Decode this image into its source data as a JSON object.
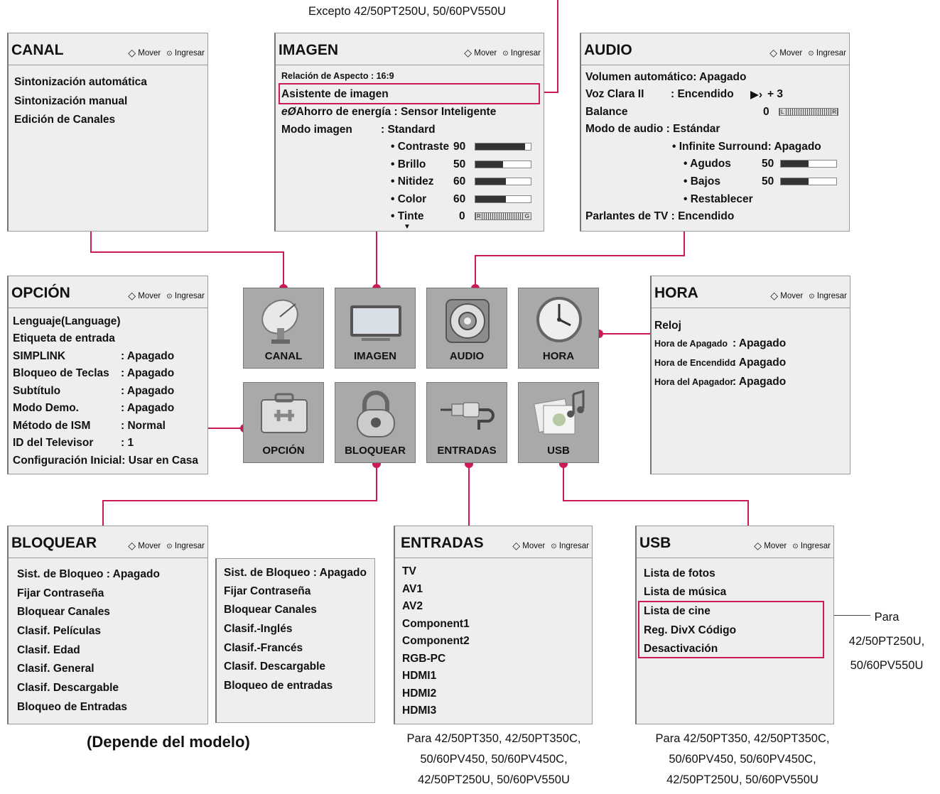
{
  "nav": {
    "move": "Mover",
    "enter": "Ingresar"
  },
  "top_note": "Excepto 42/50PT250U, 50/60PV550U",
  "canal": {
    "title": "CANAL",
    "items": [
      "Sintonización automática",
      "Sintonización manual",
      "Edición de Canales"
    ]
  },
  "imagen": {
    "title": "IMAGEN",
    "aspect": "Relación de Aspecto : 16:9",
    "assistant": "Asistente de imagen",
    "energy": "Ahorro de energía : Sensor Inteligente",
    "mode_label": "Modo imagen",
    "mode_value": ": Standard",
    "settings": [
      {
        "label": "• Contraste",
        "value": "90",
        "level": 0.9
      },
      {
        "label": "• Brillo",
        "value": "50",
        "level": 0.5
      },
      {
        "label": "• Nitidez",
        "value": "60",
        "level": 0.55
      },
      {
        "label": "• Color",
        "value": "60",
        "level": 0.55
      }
    ],
    "tint_label": "• Tinte",
    "tint_value": "0",
    "tint_left": "R",
    "tint_right": "G"
  },
  "audio": {
    "title": "AUDIO",
    "auto_volume": "Volumen automático: Apagado",
    "clear_voice_label": "Voz Clara II",
    "clear_voice_value": ": Encendido",
    "clear_voice_level": "+ 3",
    "balance_label": "Balance",
    "balance_value": "0",
    "balance_left": "L",
    "balance_right": "R",
    "mode": "Modo de audio : Estándar",
    "surround": "• Infinite Surround: Apagado",
    "treble_label": "• Agudos",
    "treble_value": "50",
    "treble_level": 0.5,
    "bass_label": "• Bajos",
    "bass_value": "50",
    "bass_level": 0.5,
    "reset": "• Restablecer",
    "speakers": "Parlantes de TV : Encendido"
  },
  "opcion": {
    "title": "OPCIÓN",
    "rows": [
      {
        "label": "Lenguaje(Language)",
        "value": ""
      },
      {
        "label": "Etiqueta de entrada",
        "value": ""
      },
      {
        "label": "SIMPLINK",
        "value": ": Apagado"
      },
      {
        "label": "Bloqueo de Teclas",
        "value": ": Apagado"
      },
      {
        "label": "Subtítulo",
        "value": ": Apagado"
      },
      {
        "label": "Modo Demo.",
        "value": ": Apagado"
      },
      {
        "label": "Método de ISM",
        "value": ": Normal"
      },
      {
        "label": "ID del Televisor",
        "value": ": 1"
      },
      {
        "label": "Configuración Inicial: Usar en Casa",
        "value": ""
      }
    ]
  },
  "hora": {
    "title": "HORA",
    "clock": "Reloj",
    "rows": [
      {
        "label": "Hora de Apagado",
        "value": ": Apagado"
      },
      {
        "label": "Hora de Encendido",
        "value": ": Apagado"
      },
      {
        "label": "Hora del Apagador",
        "value": ": Apagado"
      }
    ]
  },
  "tiles": [
    "CANAL",
    "IMAGEN",
    "AUDIO",
    "HORA",
    "OPCIÓN",
    "BLOQUEAR",
    "ENTRADAS",
    "USB"
  ],
  "bloquear": {
    "title": "BLOQUEAR",
    "items": [
      "Sist. de Bloqueo : Apagado",
      "Fijar Contraseña",
      "Bloquear Canales",
      "Clasif. Películas",
      "Clasif. Edad",
      "Clasif. General",
      "Clasif. Descargable",
      "Bloqueo de Entradas"
    ],
    "alt_items": [
      "Sist. de Bloqueo : Apagado",
      "Fijar Contraseña",
      "Bloquear Canales",
      "Clasif.-Inglés",
      "Clasif.-Francés",
      "Clasif. Descargable",
      "Bloqueo de entradas"
    ],
    "note": "(Depende del modelo)"
  },
  "entradas": {
    "title": "ENTRADAS",
    "items": [
      "TV",
      "AV1",
      "AV2",
      "Component1",
      "Component2",
      "RGB-PC",
      "HDMI1",
      "HDMI2",
      "HDMI3"
    ],
    "note": [
      "Para 42/50PT350, 42/50PT350C,",
      "50/60PV450, 50/60PV450C,",
      "42/50PT250U, 50/60PV550U"
    ]
  },
  "usb": {
    "title": "USB",
    "items": [
      "Lista de fotos",
      "Lista de música",
      "Lista de cine",
      "Reg. DivX Código",
      "Desactivación"
    ],
    "note": [
      "Para 42/50PT350, 42/50PT350C,",
      "50/60PV450, 50/60PV450C,",
      "42/50PT250U, 50/60PV550U"
    ],
    "side_note": [
      "Para",
      "42/50PT250U,",
      "50/60PV550U"
    ]
  }
}
